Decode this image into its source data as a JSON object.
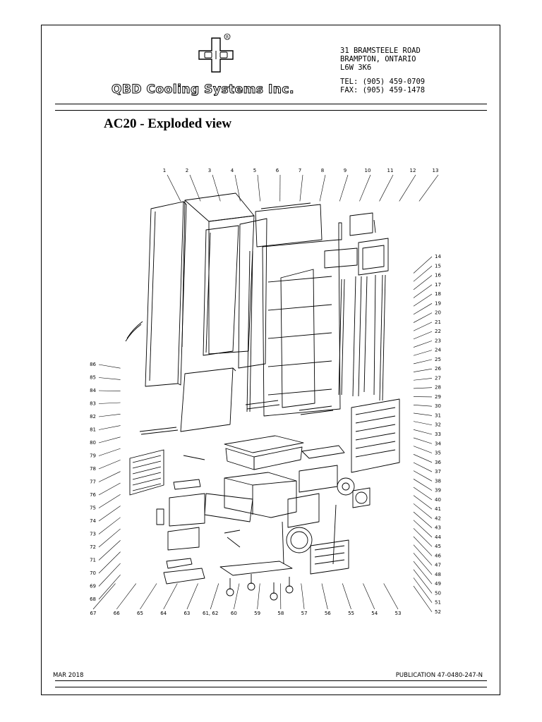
{
  "header": {
    "company_name": "QBD Cooling Systems Inc.",
    "address_line1": "31 BRAMSTEELE ROAD",
    "address_line2": "BRAMPTON, ONTARIO",
    "address_line3": "L6W 3K6",
    "tel": "TEL: (905) 459-0709",
    "fax": "FAX: (905) 459-1478"
  },
  "title": "AC20 - Exploded view",
  "callouts": {
    "top": [
      "1",
      "2",
      "3",
      "4",
      "5",
      "6",
      "7",
      "8",
      "9",
      "10",
      "11",
      "12",
      "13"
    ],
    "right": [
      "14",
      "15",
      "16",
      "17",
      "18",
      "19",
      "20",
      "21",
      "22",
      "23",
      "24",
      "25",
      "26",
      "27",
      "28",
      "29",
      "30",
      "31",
      "32",
      "33",
      "34",
      "35",
      "36",
      "37",
      "38",
      "39",
      "40",
      "41",
      "42",
      "43",
      "44",
      "45",
      "46",
      "47",
      "48",
      "49",
      "50",
      "51",
      "52"
    ],
    "bottom": [
      "53",
      "54",
      "55",
      "56",
      "57",
      "58",
      "59",
      "60",
      "61, 62",
      "63",
      "64",
      "65",
      "66",
      "67"
    ],
    "left": [
      "68",
      "69",
      "70",
      "71",
      "72",
      "73",
      "74",
      "75",
      "76",
      "77",
      "78",
      "79",
      "80",
      "81",
      "82",
      "83",
      "84",
      "85",
      "86"
    ]
  },
  "footer": {
    "date": "MAR 2018",
    "publication": "PUBLICATION 47-0480-247-N"
  }
}
